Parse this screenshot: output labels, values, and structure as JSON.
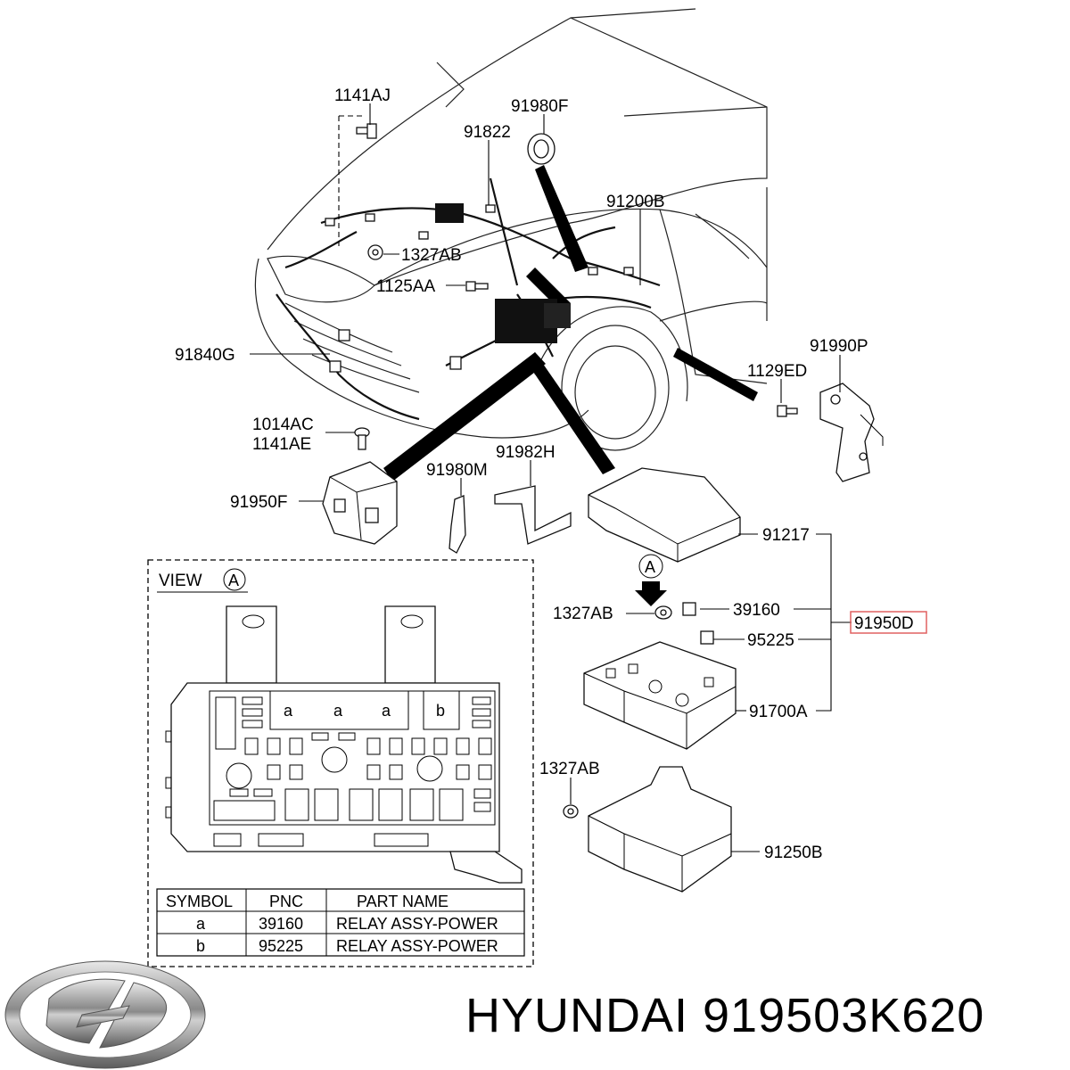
{
  "callouts": {
    "c1141AJ": "1141AJ",
    "c91980F": "91980F",
    "c91822": "91822",
    "c91200B": "91200B",
    "c1327AB_top": "1327AB",
    "c1125AA": "1125AA",
    "c91840G": "91840G",
    "c91990P": "91990P",
    "c1129ED": "1129ED",
    "c1014AC": "1014AC",
    "c1141AE": "1141AE",
    "c91950F": "91950F",
    "c91980M": "91980M",
    "c91982H": "91982H",
    "c91217": "91217",
    "c39160": "39160",
    "c1327AB_mid": "1327AB",
    "c95225": "95225",
    "c91950D": "91950D",
    "c91700A": "91700A",
    "c1327AB_low": "1327AB",
    "c91250B": "91250B"
  },
  "view": {
    "title": "VIEW",
    "marker": "A",
    "relay_a": "a",
    "relay_b": "b"
  },
  "arrow_marker": "A",
  "legend_table": {
    "headers": [
      "SYMBOL",
      "PNC",
      "PART NAME"
    ],
    "rows": [
      [
        "a",
        "39160",
        "RELAY ASSY-POWER"
      ],
      [
        "b",
        "95225",
        "RELAY ASSY-POWER"
      ]
    ]
  },
  "brand": {
    "text": "HYUNDAI 919503K620"
  },
  "colors": {
    "highlight_box": "#e06060",
    "ink": "#000000"
  }
}
